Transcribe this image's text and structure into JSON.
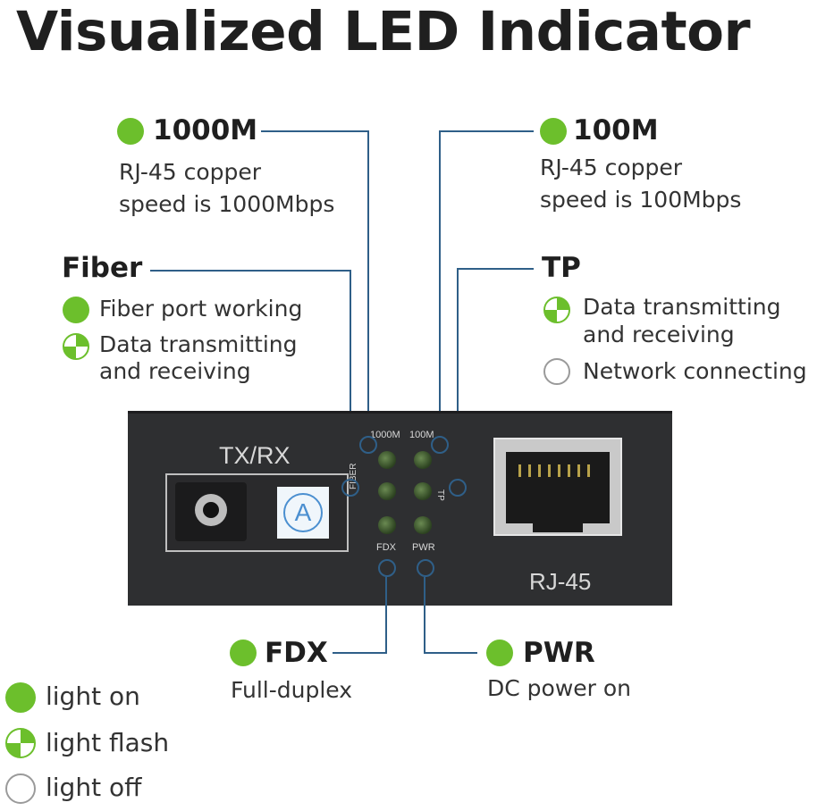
{
  "title": "Visualized LED Indicator",
  "indicators": {
    "m1000": {
      "name": "1000M",
      "desc": [
        "RJ-45 copper",
        "speed is 1000Mbps"
      ]
    },
    "m100": {
      "name": "100M",
      "desc": [
        "RJ-45 copper",
        "speed is 100Mbps"
      ]
    },
    "fiber": {
      "name": "Fiber",
      "states": [
        "Fiber port working",
        "Data transmitting",
        "and receiving"
      ]
    },
    "tp": {
      "name": "TP",
      "states": [
        "Data transmitting",
        "and receiving",
        "Network connecting"
      ]
    },
    "fdx": {
      "name": "FDX",
      "desc": "Full-duplex"
    },
    "pwr": {
      "name": "PWR",
      "desc": "DC power on"
    }
  },
  "device": {
    "port_label": "TX/RX",
    "badge": "A",
    "led_labels": {
      "m1000": "1000M",
      "m100": "100M",
      "fiber": "FIBER",
      "tp": "TP",
      "fdx": "FDX",
      "pwr": "PWR"
    },
    "rj45_label": "RJ-45"
  },
  "legend": [
    "light on",
    "light flash",
    "light off"
  ],
  "colors": {
    "led_green": "#6cbf2c",
    "leader_line": "#2f5f88",
    "device_body": "#2e2f31"
  }
}
